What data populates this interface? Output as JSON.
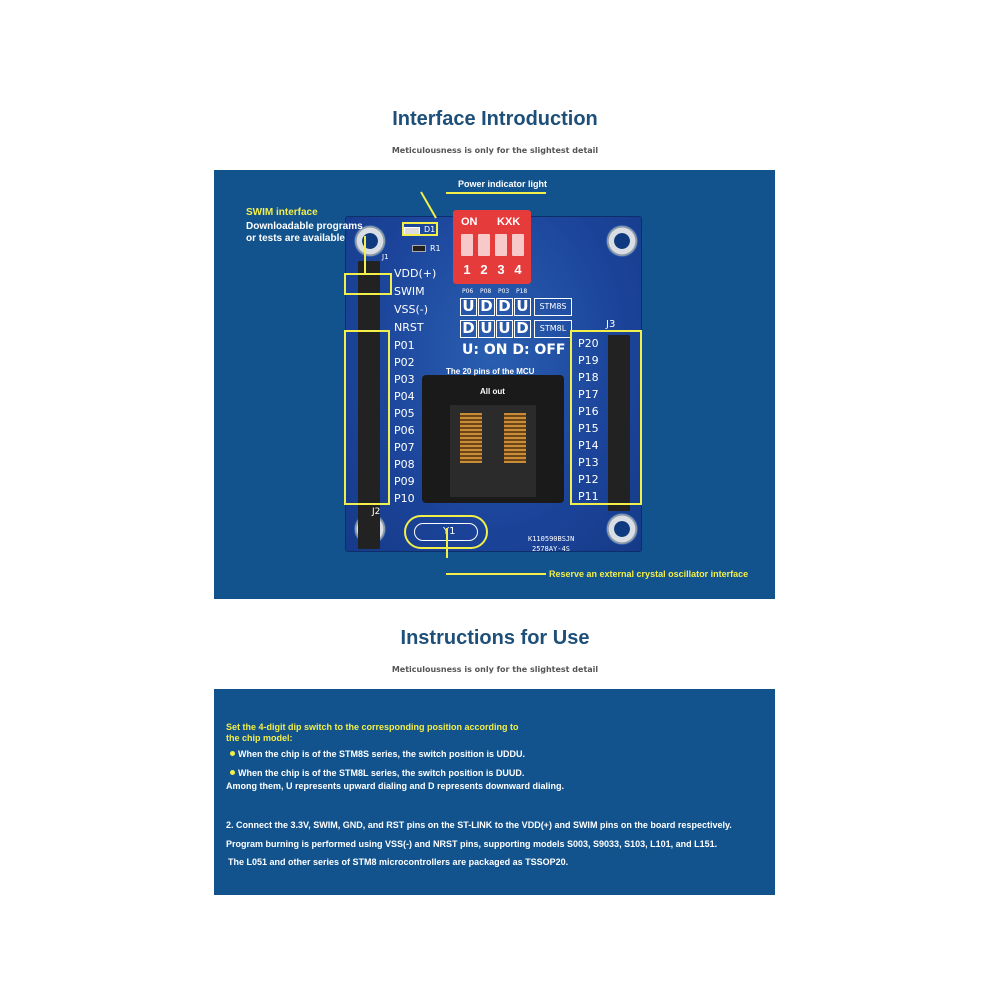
{
  "section1": {
    "title": "Interface Introduction",
    "subtitle": "Meticulousness is only for the slightest detail"
  },
  "section2": {
    "title": "Instructions for Use",
    "subtitle": "Meticulousness is only for the slightest detail"
  },
  "callouts": {
    "power": "Power indicator light",
    "swim_title": "SWIM interface",
    "swim_line1": "Downloadable programs",
    "swim_line2": "or tests are available",
    "mcu_pins": "The 20 pins of the MCU",
    "all_out": "All out",
    "crystal": "Reserve an external crystal oscillator interface"
  },
  "board": {
    "left_top_labels": [
      "VDD(+)",
      "SWIM",
      "VSS(-)",
      "NRST"
    ],
    "left_pins": [
      "P01",
      "P02",
      "P03",
      "P04",
      "P05",
      "P06",
      "P07",
      "P08",
      "P09",
      "P10"
    ],
    "right_pins": [
      "P20",
      "P19",
      "P18",
      "P17",
      "P16",
      "P15",
      "P14",
      "P13",
      "P12",
      "P11"
    ],
    "connector_left": "J2",
    "connector_right": "J3",
    "connector_top": "J1",
    "led_label": "D1",
    "resistor_label": "R1",
    "crystal_label": "Y1",
    "dip_on": "ON",
    "dip_brand": "KXK",
    "dip_numbers": [
      "1",
      "2",
      "3",
      "4"
    ],
    "table_headers": [
      "P06",
      "P08",
      "P03",
      "P18"
    ],
    "row1_letters": [
      "U",
      "D",
      "D",
      "U"
    ],
    "row1_label": "STM8S",
    "row2_letters": [
      "D",
      "U",
      "U",
      "D"
    ],
    "row2_label": "STM8L",
    "legend": "U: ON  D: OFF",
    "chip_code1": "K110590BSJN",
    "chip_code2": "2578AY-4S"
  },
  "instructions": {
    "line1a": "Set the 4-digit dip switch to the corresponding position according to",
    "line1b": "the chip model:",
    "bullet1": "When the chip is of the STM8S series, the switch position is UDDU.",
    "bullet2": "When the chip is of the STM8L series, the switch position is DUUD.",
    "note": "Among them, U represents upward dialing and D represents downward dialing.",
    "step2": "2. Connect the 3.3V, SWIM, GND, and RST pins on the ST-LINK to the VDD(+) and SWIM pins on the board respectively.",
    "step3": "Program burning is performed using VSS(-) and NRST pins, supporting models S003, S9033, S103, L101, and L151.",
    "step4": "The L051 and other series of STM8 microcontrollers are packaged as TSSOP20."
  },
  "colors": {
    "title": "#1d4f79",
    "panel": "#12538d",
    "highlight": "#f2ee4a",
    "pcb": "#1b449a",
    "dip": "#e63b3b"
  }
}
